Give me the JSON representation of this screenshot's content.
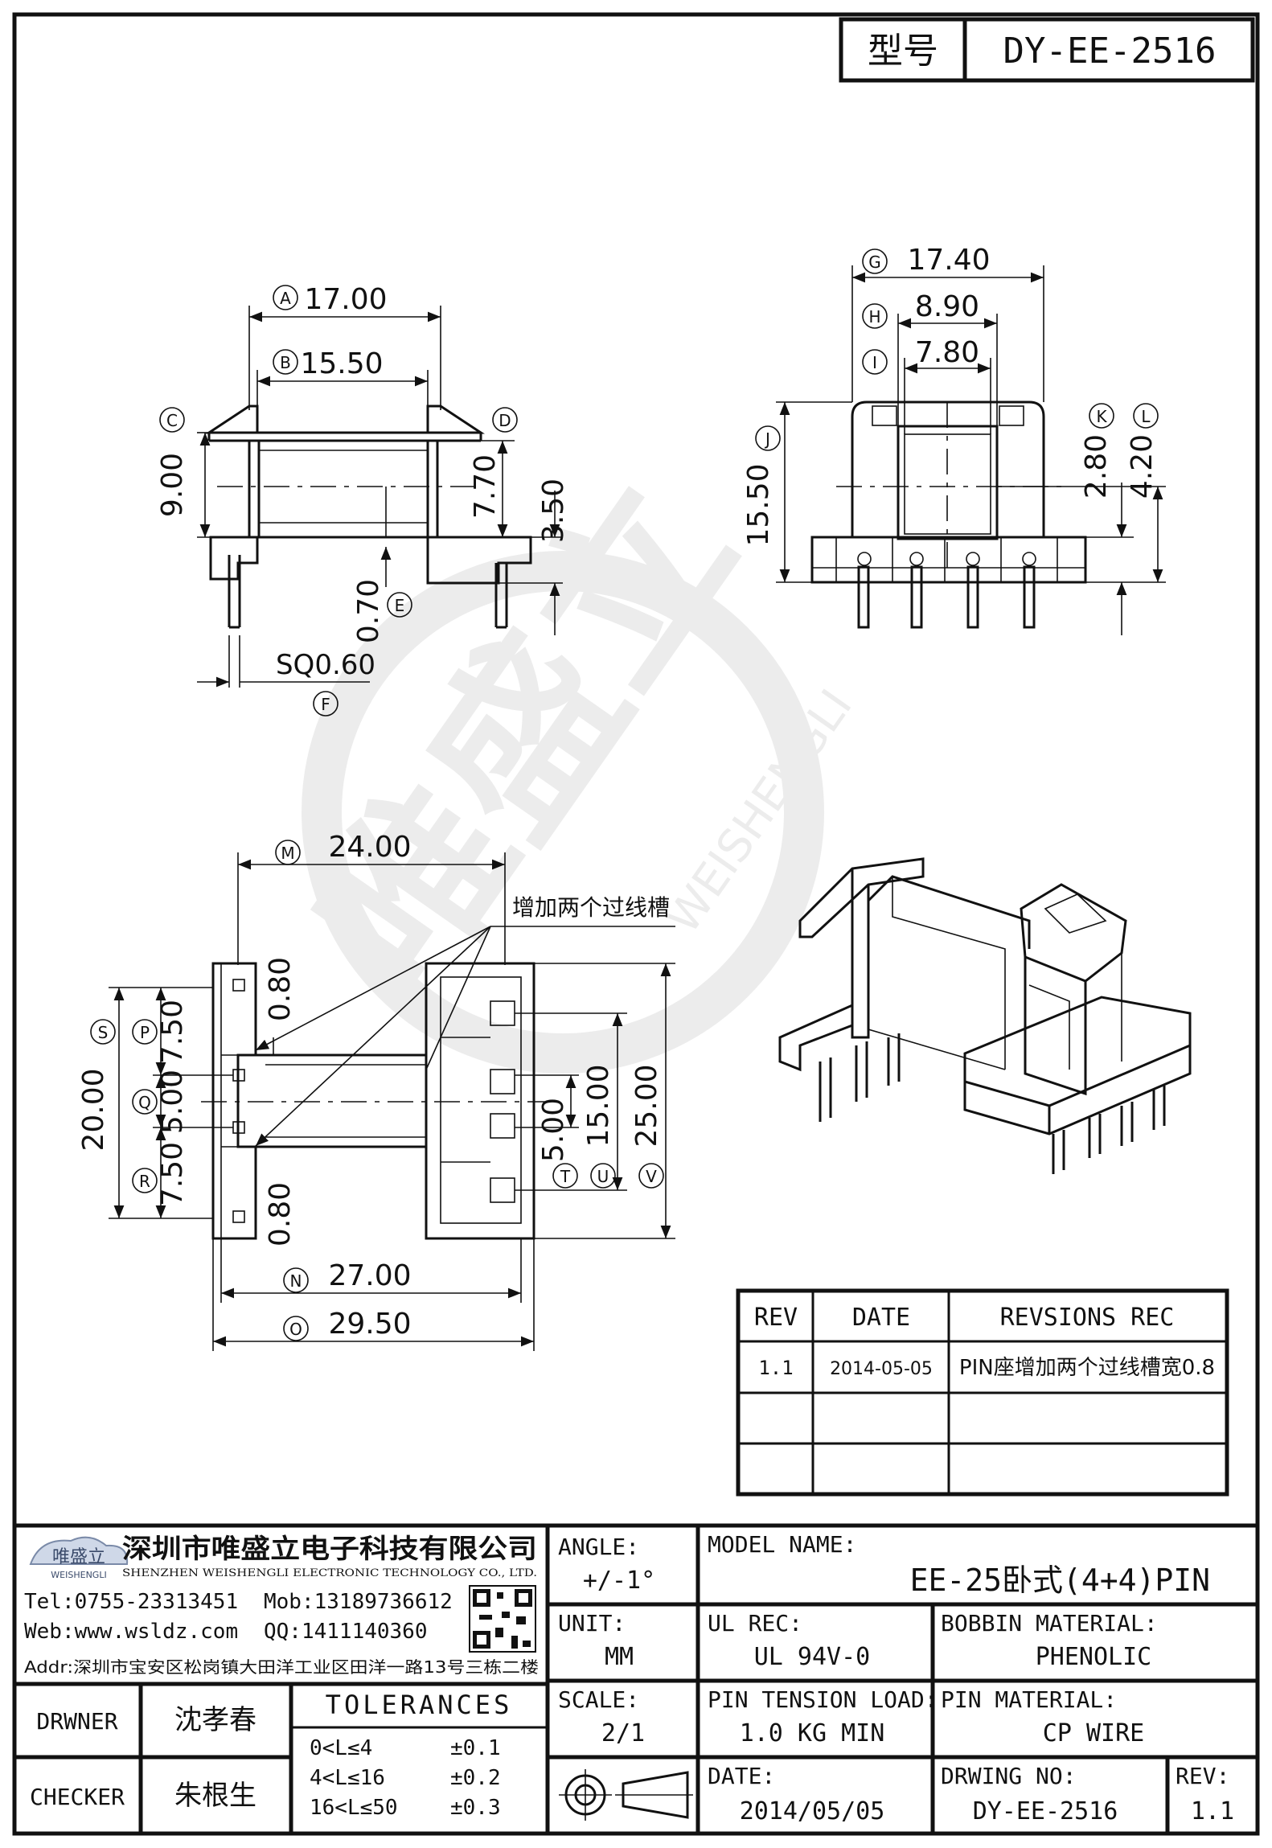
{
  "header": {
    "model_label": "型号",
    "model_value": "DY-EE-2516"
  },
  "top_left_view": {
    "dim_a": {
      "tag": "A",
      "value": "17.00"
    },
    "dim_b": {
      "tag": "B",
      "value": "15.50"
    },
    "tag_c": "C",
    "tag_d": "D",
    "dim_900": "9.00",
    "dim_770": "7.70",
    "dim_350": "3.50",
    "dim_e": {
      "tag": "E",
      "value": "0.70"
    },
    "dim_f": {
      "tag": "F",
      "value": "SQ0.60"
    }
  },
  "top_right_view": {
    "dim_g": {
      "tag": "G",
      "value": "17.40"
    },
    "dim_h": {
      "tag": "H",
      "value": "8.90"
    },
    "dim_i": {
      "tag": "I",
      "value": "7.80"
    },
    "dim_j": {
      "tag": "J",
      "value": "15.50"
    },
    "dim_k": {
      "tag": "K",
      "value": "2.80"
    },
    "dim_l": {
      "tag": "L",
      "value": "4.20"
    }
  },
  "bottom_view": {
    "dim_m": {
      "tag": "M",
      "value": "24.00"
    },
    "note": "增加两个过线槽",
    "dim_080_top": "0.80",
    "dim_080_bot": "0.80",
    "dim_s": {
      "tag": "S",
      "value": "20.00"
    },
    "dim_p": {
      "tag": "P",
      "value": "7.50"
    },
    "dim_q": {
      "tag": "Q",
      "value": "5.00"
    },
    "dim_r": {
      "tag": "R",
      "value": "7.50"
    },
    "dim_t": {
      "tag": "T",
      "value": "5.00"
    },
    "dim_u": {
      "tag": "U",
      "value": "15.00"
    },
    "dim_v": {
      "tag": "V",
      "value": "25.00"
    },
    "dim_n": {
      "tag": "N",
      "value": "27.00"
    },
    "dim_o": {
      "tag": "O",
      "value": "29.50"
    }
  },
  "watermark": {
    "brand_cn": "唯盛立",
    "brand_en": "WEISHENGLI"
  },
  "revisions": {
    "headers": [
      "REV",
      "DATE",
      "REVSIONS REC"
    ],
    "rows": [
      [
        "1.1",
        "2014-05-05",
        "PIN座增加两个过线槽宽0.8"
      ],
      [
        "",
        "",
        ""
      ],
      [
        "",
        "",
        ""
      ]
    ]
  },
  "company": {
    "logo_cn": "唯盛立",
    "logo_en": "WEISHENGLI",
    "name_cn": "深圳市唯盛立电子科技有限公司",
    "name_en": "SHENZHEN WEISHENGLI ELECTRONIC TECHNOLOGY CO., LTD.",
    "tel": "Tel:0755-23313451",
    "mob": "Mob:13189736612",
    "web": "Web:www.wsldz.com",
    "qq": "QQ:1411140360",
    "addr": "Addr:深圳市宝安区松岗镇大田洋工业区田洋一路13号三栋二楼"
  },
  "title_block": {
    "angle_label": "ANGLE:",
    "angle_value": "+/-1°",
    "model_name_label": "MODEL NAME:",
    "model_name_value": "EE-25卧式(4+4)PIN",
    "unit_label": "UNIT:",
    "unit_value": "MM",
    "ul_label": "UL REC:",
    "ul_value": "UL 94V-0",
    "bobbin_label": "BOBBIN MATERIAL:",
    "bobbin_value": "PHENOLIC",
    "scale_label": "SCALE:",
    "scale_value": "2/1",
    "tension_label": "PIN TENSION LOAD:",
    "tension_value": "1.0 KG MIN",
    "pin_mat_label": "PIN MATERIAL:",
    "pin_mat_value": "CP WIRE",
    "date_label": "DATE:",
    "date_value": "2014/05/05",
    "drwing_label": "DRWING NO:",
    "drwing_value": "DY-EE-2516",
    "rev_label": "REV:",
    "rev_value": "1.1",
    "drwner_label": "DRWNER",
    "drwner_value": "沈孝春",
    "checker_label": "CHECKER",
    "checker_value": "朱根生",
    "tolerances_label": "TOLERANCES",
    "tolerances": [
      [
        "0<L≤4",
        "±0.1"
      ],
      [
        "4<L≤16",
        "±0.2"
      ],
      [
        "16<L≤50",
        "±0.3"
      ]
    ]
  }
}
